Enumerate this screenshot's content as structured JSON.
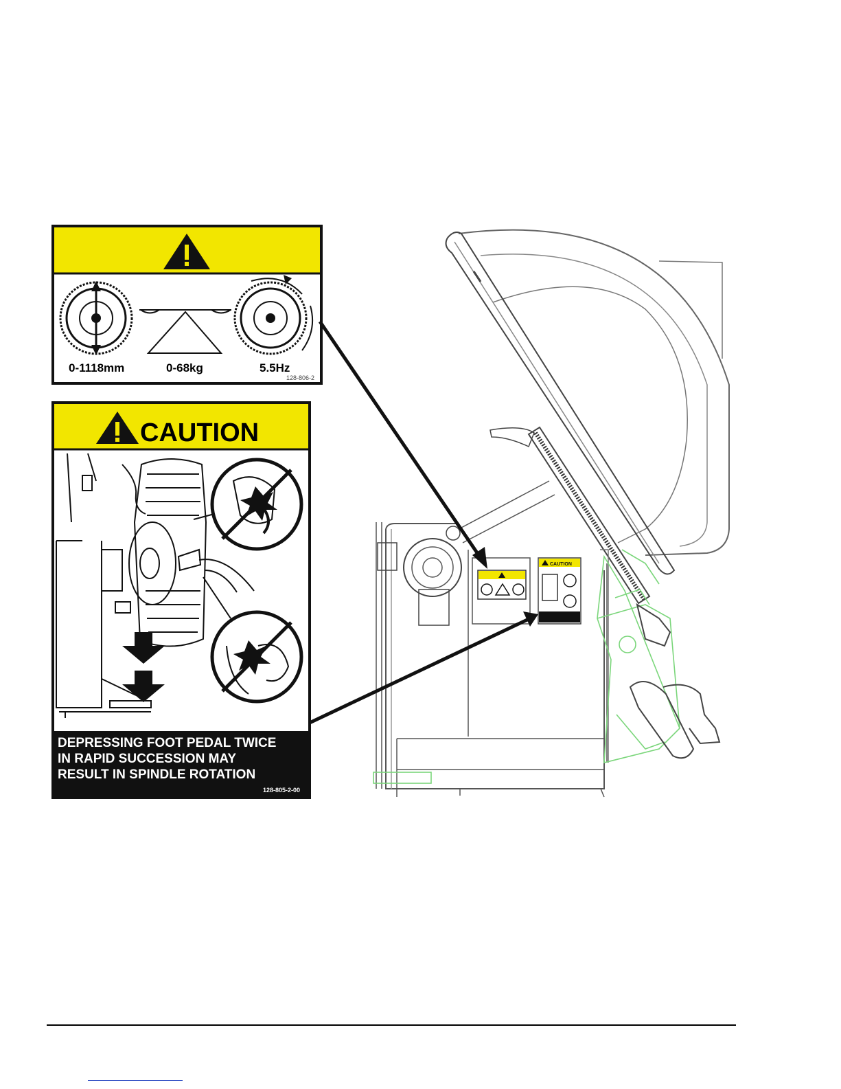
{
  "label_spec": {
    "diameter_range": "0-1118mm",
    "weight_range": "0-68kg",
    "spin_rate": "5.5Hz",
    "part_number": "128-806-2"
  },
  "label_caution": {
    "heading": "CAUTION",
    "message_lines": [
      "DEPRESSING FOOT PEDAL TWICE",
      "IN RAPID SUCCESSION MAY",
      "RESULT IN SPINDLE ROTATION"
    ],
    "part_number": "128-805-2-00"
  },
  "machine": {
    "mini_caution_heading": "CAUTION"
  },
  "colors": {
    "label_yellow": "#f2e600",
    "label_black": "#111111",
    "green_outline": "#7bd67b",
    "machine_line": "#555555"
  }
}
